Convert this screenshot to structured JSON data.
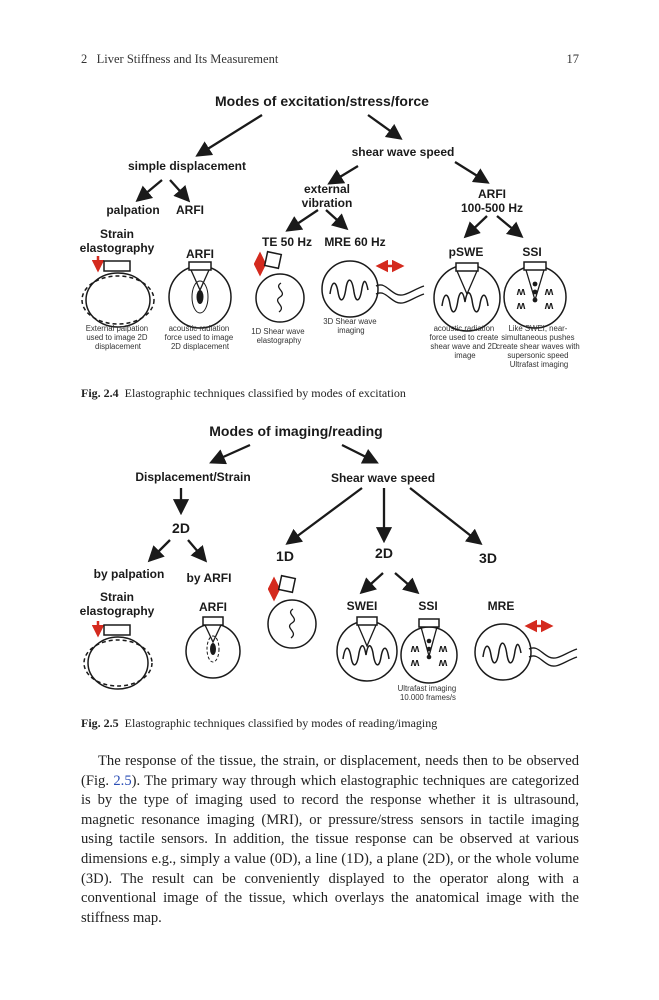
{
  "running_head": {
    "chapter": "2   Liver Stiffness and Its Measurement",
    "page_number": "17"
  },
  "fig1": {
    "title": "Modes of excitation/stress/force",
    "simple_displacement": "simple displacement",
    "shear_wave_speed": "shear wave speed",
    "palpation": "palpation",
    "arfi": "ARFI",
    "external_vibration": [
      "external",
      "vibration"
    ],
    "arfi_hz": [
      "ARFI",
      "100-500 Hz"
    ],
    "strain_elastography": [
      "Strain",
      "elastography"
    ],
    "arfi_node": "ARFI",
    "te": "TE 50 Hz",
    "mre": "MRE 60 Hz",
    "pswe": "pSWE",
    "ssi": "SSI",
    "desc_palpation": [
      "External palpation",
      "used to image 2D",
      "displacement"
    ],
    "desc_arfi": [
      "acoustic radiation",
      "force used to image",
      "2D displacement"
    ],
    "desc_te": [
      "1D Shear wave",
      "elastography"
    ],
    "desc_mre": [
      "3D Shear wave",
      "imaging"
    ],
    "desc_pswe": [
      "acoustic radiation",
      "force used to create",
      "shear wave and 2D",
      "image"
    ],
    "desc_ssi": [
      "Like SWEI, near-",
      "simultaneous pushes",
      "create shear waves with",
      "supersonic speed",
      "Ultrafast imaging"
    ]
  },
  "caption1": {
    "label": "Fig. 2.4",
    "text": "Elastographic techniques classified by modes of excitation"
  },
  "fig2": {
    "title": "Modes of imaging/reading",
    "displacement_strain": "Displacement/Strain",
    "shear_wave_speed": "Shear wave speed",
    "two_d_left": "2D",
    "one_d": "1D",
    "two_d_right": "2D",
    "three_d": "3D",
    "by_palpation": "by palpation",
    "by_arfi": "by ARFI",
    "strain_elastography": [
      "Strain",
      "elastography"
    ],
    "arfi": "ARFI",
    "swei": "SWEI",
    "ssi": "SSI",
    "mre": "MRE",
    "desc_ultrafast": [
      "Ultrafast imaging",
      "10.000 frames/s"
    ]
  },
  "caption2": {
    "label": "Fig. 2.5",
    "text": "Elastographic techniques classified by modes of reading/imaging"
  },
  "paragraph": {
    "part1": "The response of the tissue, the strain, or displacement, needs then to be observed (Fig. ",
    "ref": "2.5",
    "part2": "). The primary way through which elastographic techniques are categorized is by the type of imaging used to record the response whether it is ultrasound, magnetic resonance imaging (MRI), or pressure/stress sensors in tactile imaging using tactile sensors. In addition, the tissue response can be observed at various dimensions e.g., simply a value (0D), a line (1D), a plane (2D), or the whole volume (3D). The result can be conveniently displayed to the operator along with a conventional image of the tissue, which overlays the anatomical image with the stiffness map."
  },
  "colors": {
    "arrow": "#1a1a1a",
    "red": "#d42a1e",
    "ref_link": "#2a4db5"
  }
}
